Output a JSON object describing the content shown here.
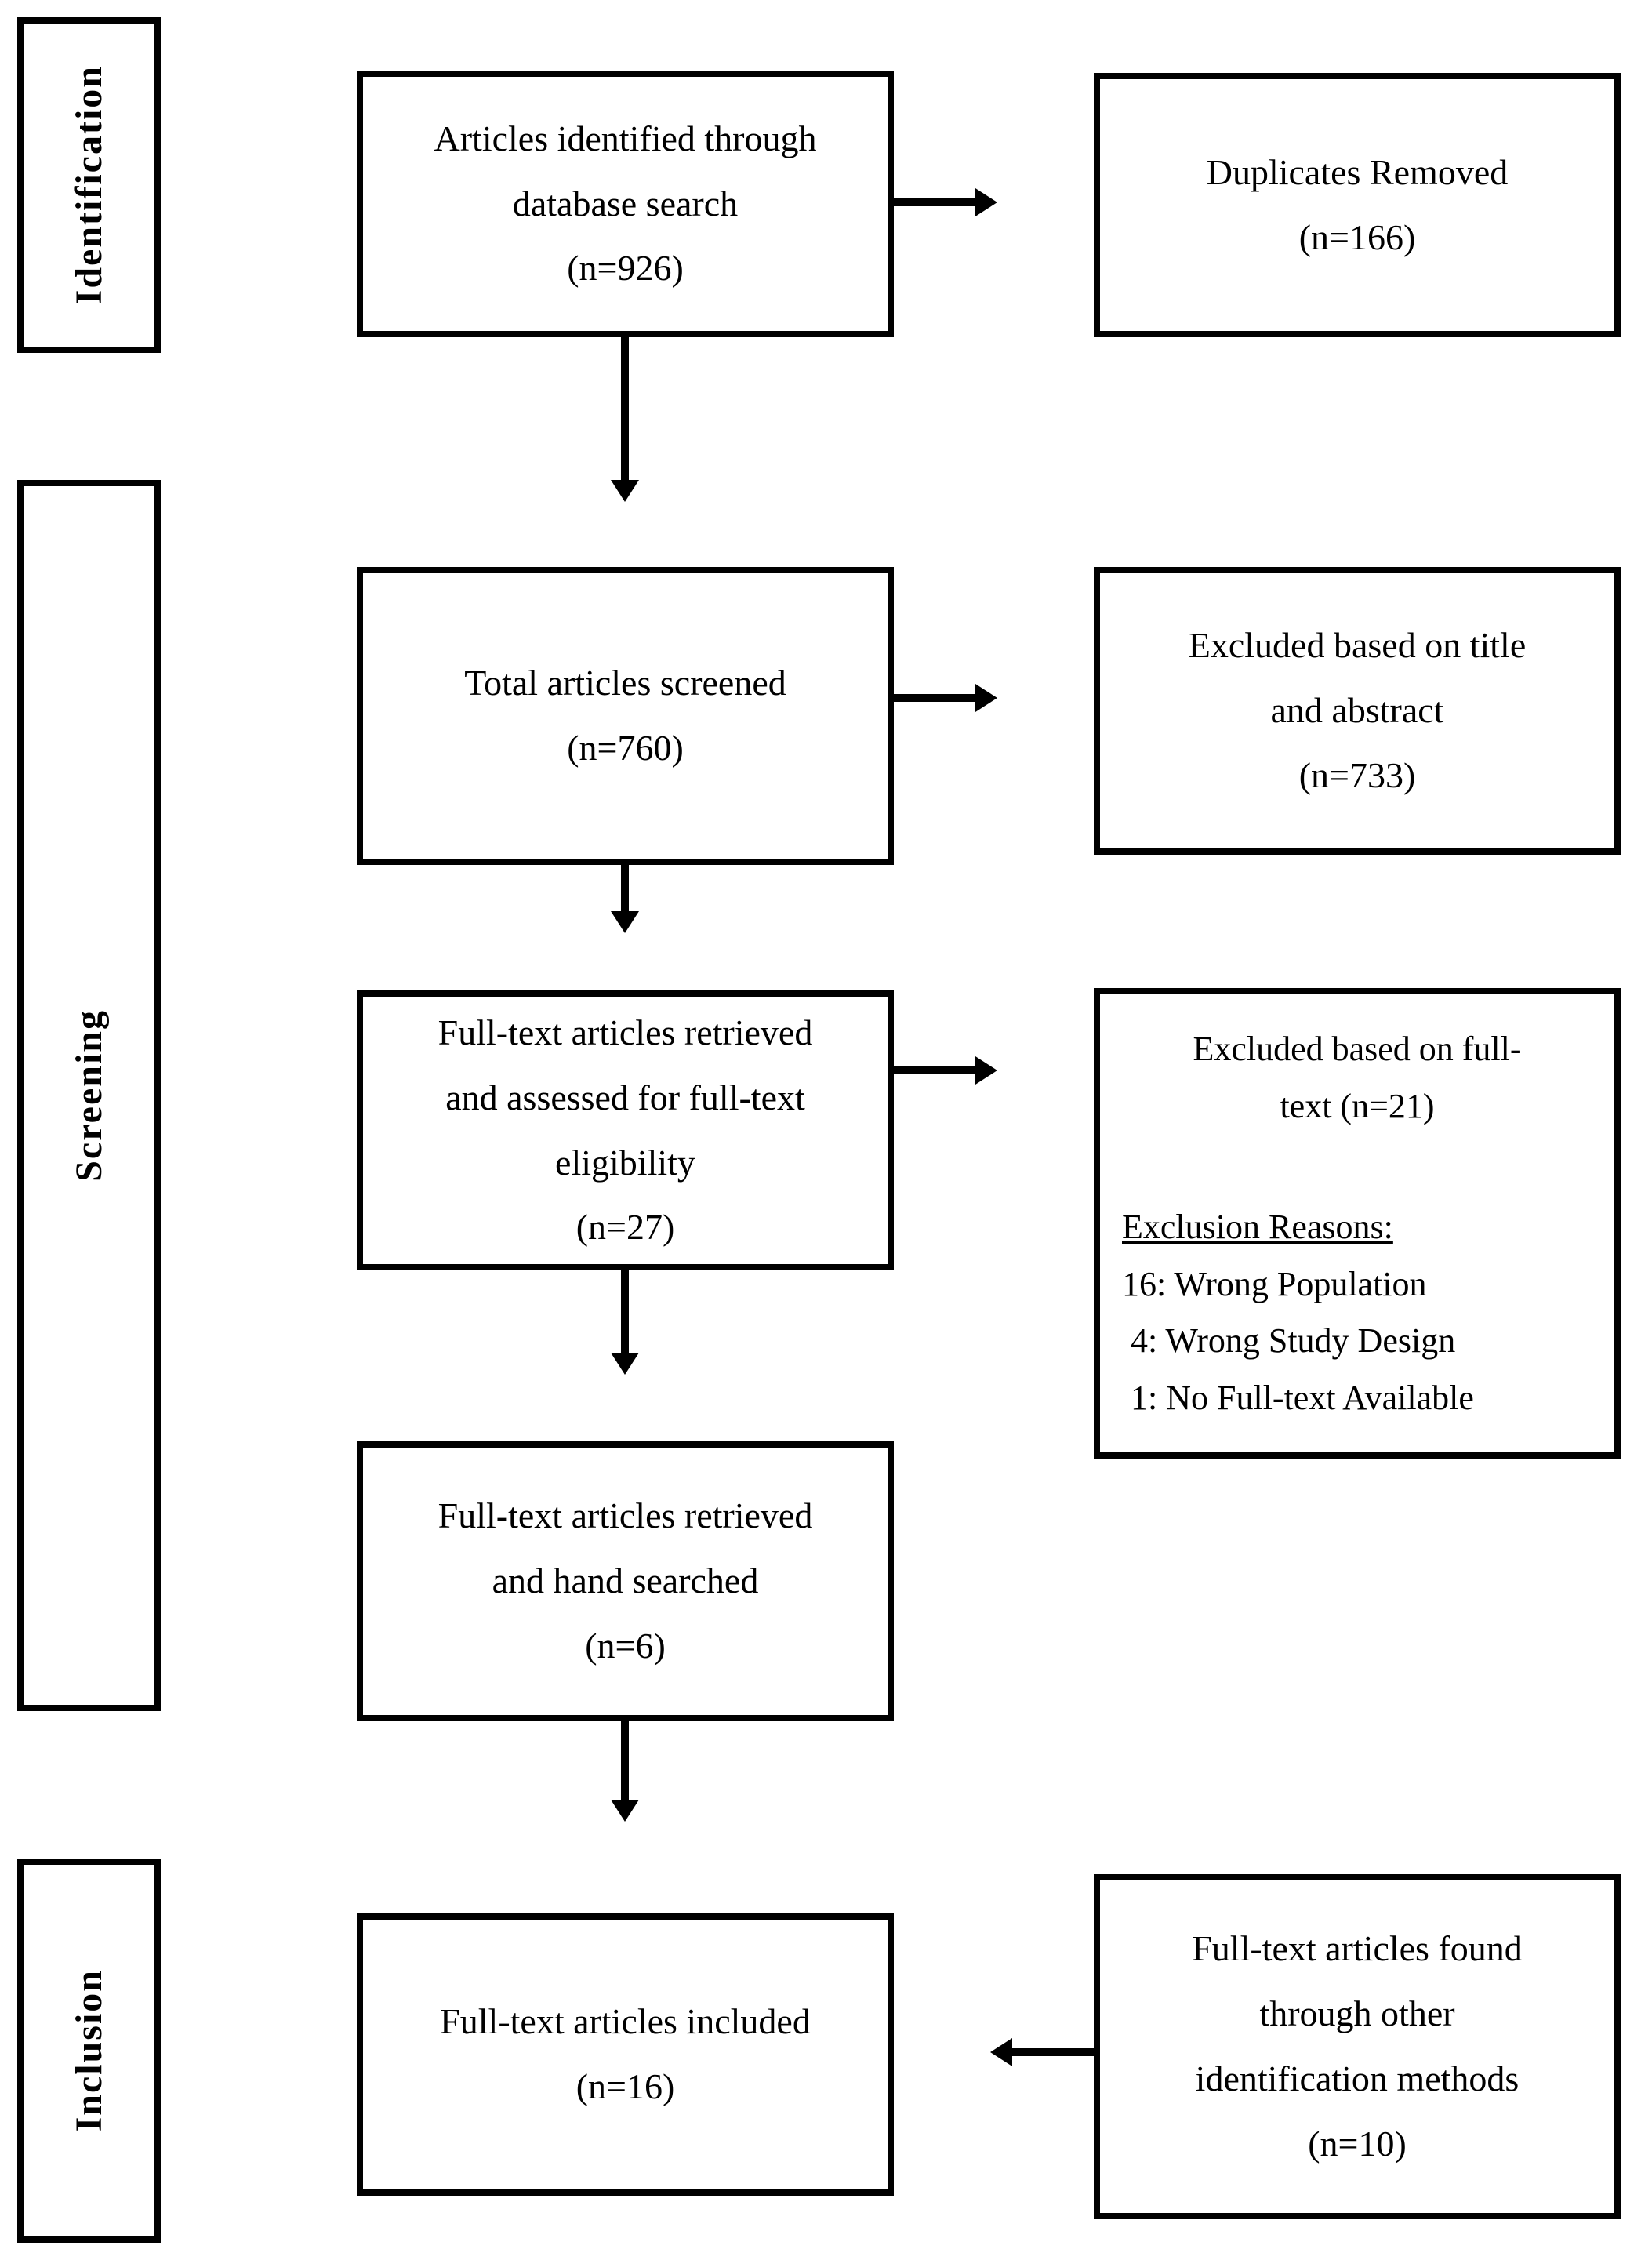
{
  "stage_labels": {
    "identification": "Identification",
    "screening": "Screening",
    "inclusion": "Inclusion"
  },
  "boxes": {
    "identified": {
      "lines": [
        "Articles identified through",
        "database search",
        "(n=926)"
      ]
    },
    "duplicates": {
      "lines": [
        "Duplicates Removed",
        "(n=166)"
      ]
    },
    "screened": {
      "lines": [
        "Total articles screened",
        "(n=760)"
      ]
    },
    "excluded_title_abstract": {
      "lines": [
        "Excluded based on title",
        "and abstract",
        "(n=733)"
      ]
    },
    "fulltext_assessed": {
      "lines": [
        "Full-text articles retrieved",
        "and assessed for full-text",
        "eligibility",
        "(n=27)"
      ]
    },
    "excluded_fulltext": {
      "lines": [
        "Excluded based on full-",
        "text (n=21)"
      ],
      "reasons_heading": "Exclusion Reasons:",
      "reasons": [
        "16: Wrong Population",
        " 4: Wrong Study Design",
        " 1: No Full-text Available"
      ]
    },
    "hand_searched": {
      "lines": [
        "Full-text articles retrieved",
        "and hand searched",
        "(n=6)"
      ]
    },
    "included": {
      "lines": [
        "Full-text articles included",
        "(n=16)"
      ]
    },
    "other_methods": {
      "lines": [
        "Full-text articles found",
        "through other",
        "identification methods",
        "(n=10)"
      ]
    }
  },
  "colors": {
    "ink": "#000000",
    "paper": "#ffffff"
  }
}
